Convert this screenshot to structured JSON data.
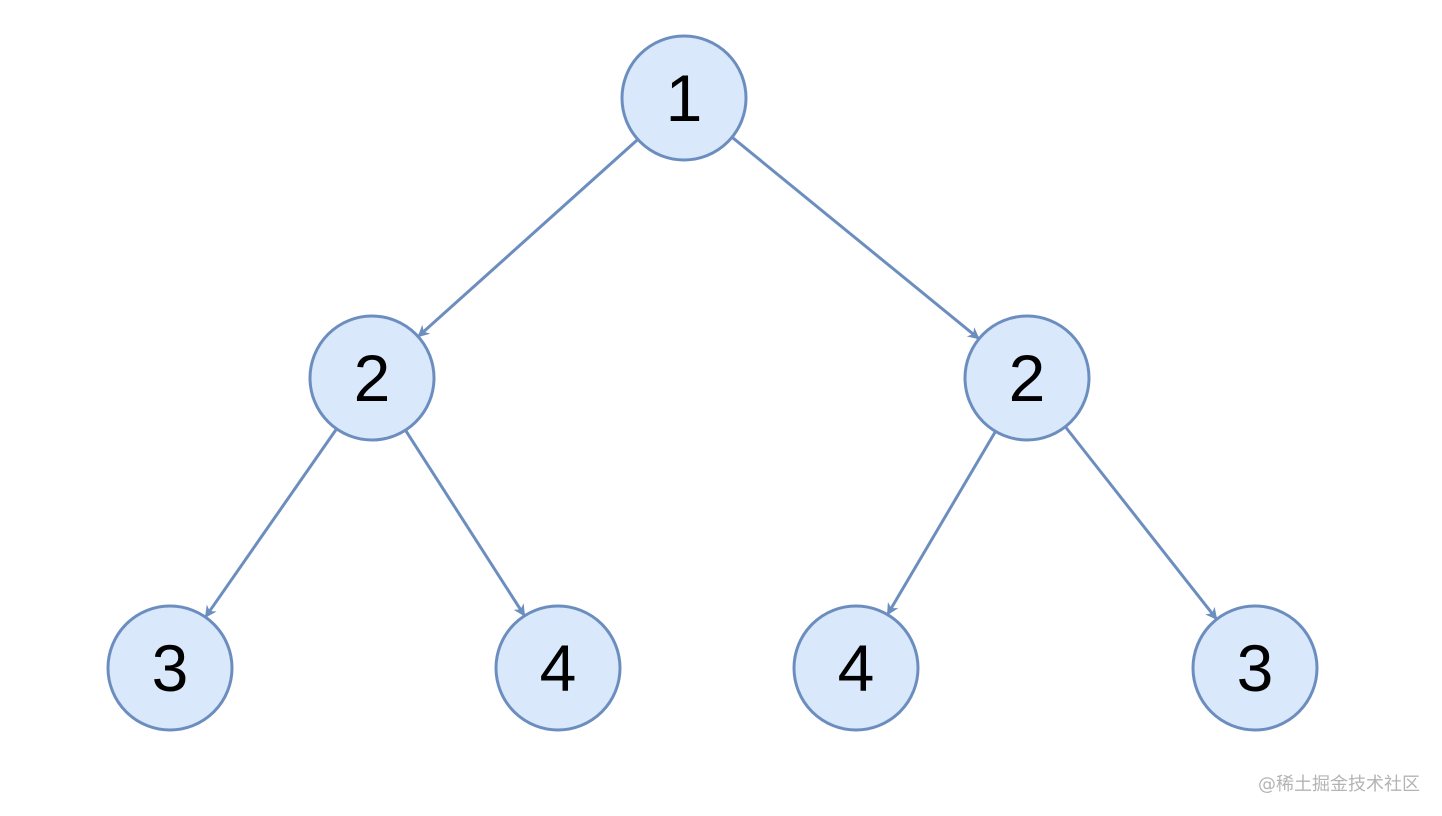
{
  "diagram": {
    "type": "binary-tree",
    "colors": {
      "node_fill": "#dae8fc",
      "node_stroke": "#6c8ebf",
      "edge": "#6c8ebf",
      "label": "#000000"
    },
    "nodes": [
      {
        "id": "root",
        "label": "1"
      },
      {
        "id": "left",
        "label": "2"
      },
      {
        "id": "right",
        "label": "2"
      },
      {
        "id": "left-left",
        "label": "3"
      },
      {
        "id": "left-right",
        "label": "4"
      },
      {
        "id": "right-left",
        "label": "4"
      },
      {
        "id": "right-right",
        "label": "3"
      }
    ],
    "edges": [
      {
        "from": "root",
        "to": "left"
      },
      {
        "from": "root",
        "to": "right"
      },
      {
        "from": "left",
        "to": "left-left"
      },
      {
        "from": "left",
        "to": "left-right"
      },
      {
        "from": "right",
        "to": "right-left"
      },
      {
        "from": "right",
        "to": "right-right"
      }
    ]
  },
  "watermark": {
    "text": "@稀土掘金技术社区"
  }
}
